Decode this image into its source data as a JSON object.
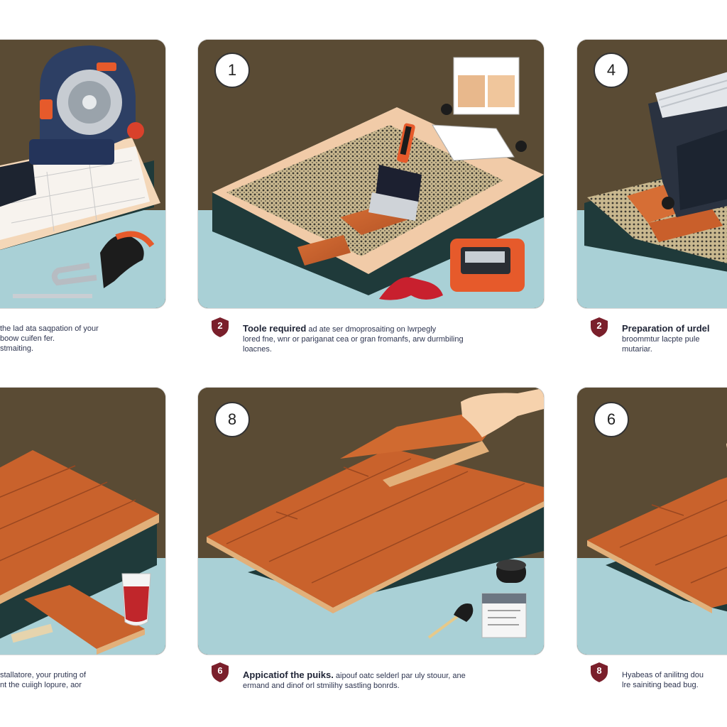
{
  "panels": [
    {
      "badge": ""
    },
    {
      "badge": "1"
    },
    {
      "badge": "4"
    },
    {
      "badge": ""
    },
    {
      "badge": "8"
    },
    {
      "badge": "6"
    }
  ],
  "captions": [
    {
      "icon_label": "",
      "lead": "",
      "line1": "the lad ata saqpation of your",
      "line2": "boow cuifen fer.",
      "line3": "stmaiting."
    },
    {
      "icon_label": "2",
      "lead": "Toole required",
      "line1": " ad ate ser dmoprosaiting on lwrpegly",
      "line2": "lored fne,  wnr or pariganat cea or gran fromanfs, arw durmbiling",
      "line3": "loacnes."
    },
    {
      "icon_label": "2",
      "lead": "Preparation of urdel",
      "line1": "",
      "line2": "broommtur lacpte pule",
      "line3": "mutariar."
    },
    {
      "icon_label": "",
      "lead": "",
      "line1": "stallatore, your pruting of",
      "line2": "nt the cuiigh lopure, aor",
      "line3": ""
    },
    {
      "icon_label": "6",
      "lead": "Appicatiof the puiks.",
      "line1": " aipouf oatc selderl par uly stouur, ane",
      "line2": "ermand and dinof orl stmilihy sastling bonrds.",
      "line3": ""
    },
    {
      "icon_label": "8",
      "lead": "",
      "line1": "Hyabeas of anilitng dou",
      "line2": "lre sainiting bead bug.",
      "line3": ""
    }
  ]
}
